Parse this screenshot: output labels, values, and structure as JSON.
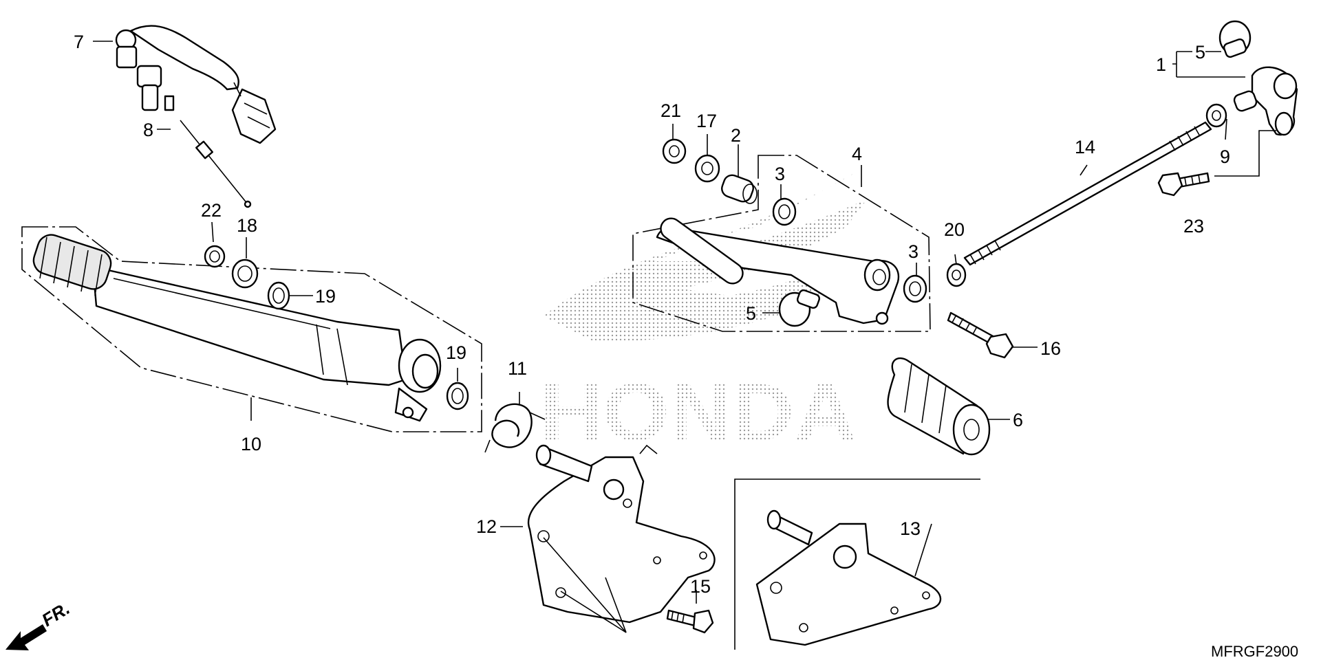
{
  "diagram": {
    "drawing_code": "MFRGF2900",
    "direction_marker": "FR.",
    "watermark_text": "HONDA",
    "callouts": {
      "c1": "1",
      "c2": "2",
      "c3a": "3",
      "c3b": "3",
      "c4": "4",
      "c5a": "5",
      "c5b": "5",
      "c6": "6",
      "c7": "7",
      "c8": "8",
      "c9": "9",
      "c10": "10",
      "c11": "11",
      "c12": "12",
      "c13": "13",
      "c14": "14",
      "c15": "15",
      "c16": "16",
      "c17": "17",
      "c18": "18",
      "c19a": "19",
      "c19b": "19",
      "c20": "20",
      "c21": "21",
      "c22": "22",
      "c23": "23"
    },
    "colors": {
      "ink": "#000000",
      "background": "#ffffff",
      "watermark": "#bdbdbd"
    }
  }
}
